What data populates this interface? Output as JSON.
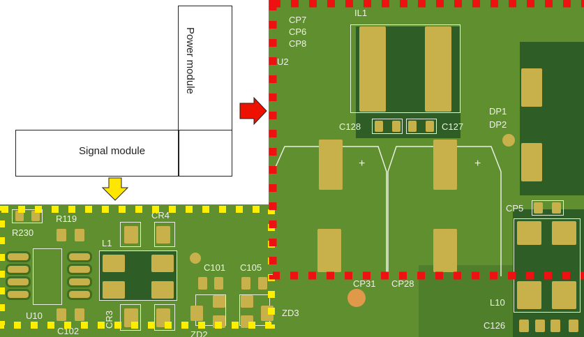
{
  "modules": {
    "power_label": "Power module",
    "signal_label": "Signal module",
    "power_color": "#ee0000",
    "signal_color": "#ffee00"
  },
  "pcb": {
    "board_color": "#5f8f2e",
    "pad_color": "#c8b04a",
    "labels": {
      "il1": "IL1",
      "cp7": "CP7",
      "cp6": "CP6",
      "cp8": "CP8",
      "u2": "U2",
      "c128": "C128",
      "c127": "C127",
      "dp1": "DP1",
      "dp2": "DP2",
      "cp5": "CP5",
      "cp31": "CP31",
      "cp28": "CP28",
      "l10": "L10",
      "c126": "C126",
      "r230": "R230",
      "r119": "R119",
      "cr4": "CR4",
      "l1": "L1",
      "u10": "U10",
      "c102": "C102",
      "cr3": "CR3",
      "c101": "C101",
      "c105": "C105",
      "zd3": "ZD3",
      "zd2": "ZD2",
      "plus1": "+",
      "plus2": "+"
    }
  }
}
